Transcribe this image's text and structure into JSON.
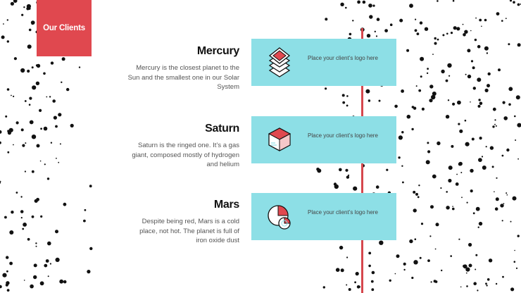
{
  "slide_title": "Our Clients",
  "colors": {
    "accent": "#e0484f",
    "card": "#8ddfe6",
    "dot": "#111111"
  },
  "clients": [
    {
      "name": "Mercury",
      "description": "Mercury is the closest planet to the Sun and the smallest one in our Solar System",
      "logo_placeholder": "Place your client’s logo here",
      "icon": "stacked-diamond-layers-icon"
    },
    {
      "name": "Saturn",
      "description": "Saturn is the ringed one. It’s a gas giant, composed mostly of hydrogen and helium",
      "logo_placeholder": "Place your client’s logo here",
      "icon": "hexagon-cube-icon"
    },
    {
      "name": "Mars",
      "description": "Despite being red, Mars is a cold place, not hot. The planet is full of iron oxide dust",
      "logo_placeholder": "Place your client’s logo here",
      "icon": "pie-circles-icon"
    }
  ]
}
